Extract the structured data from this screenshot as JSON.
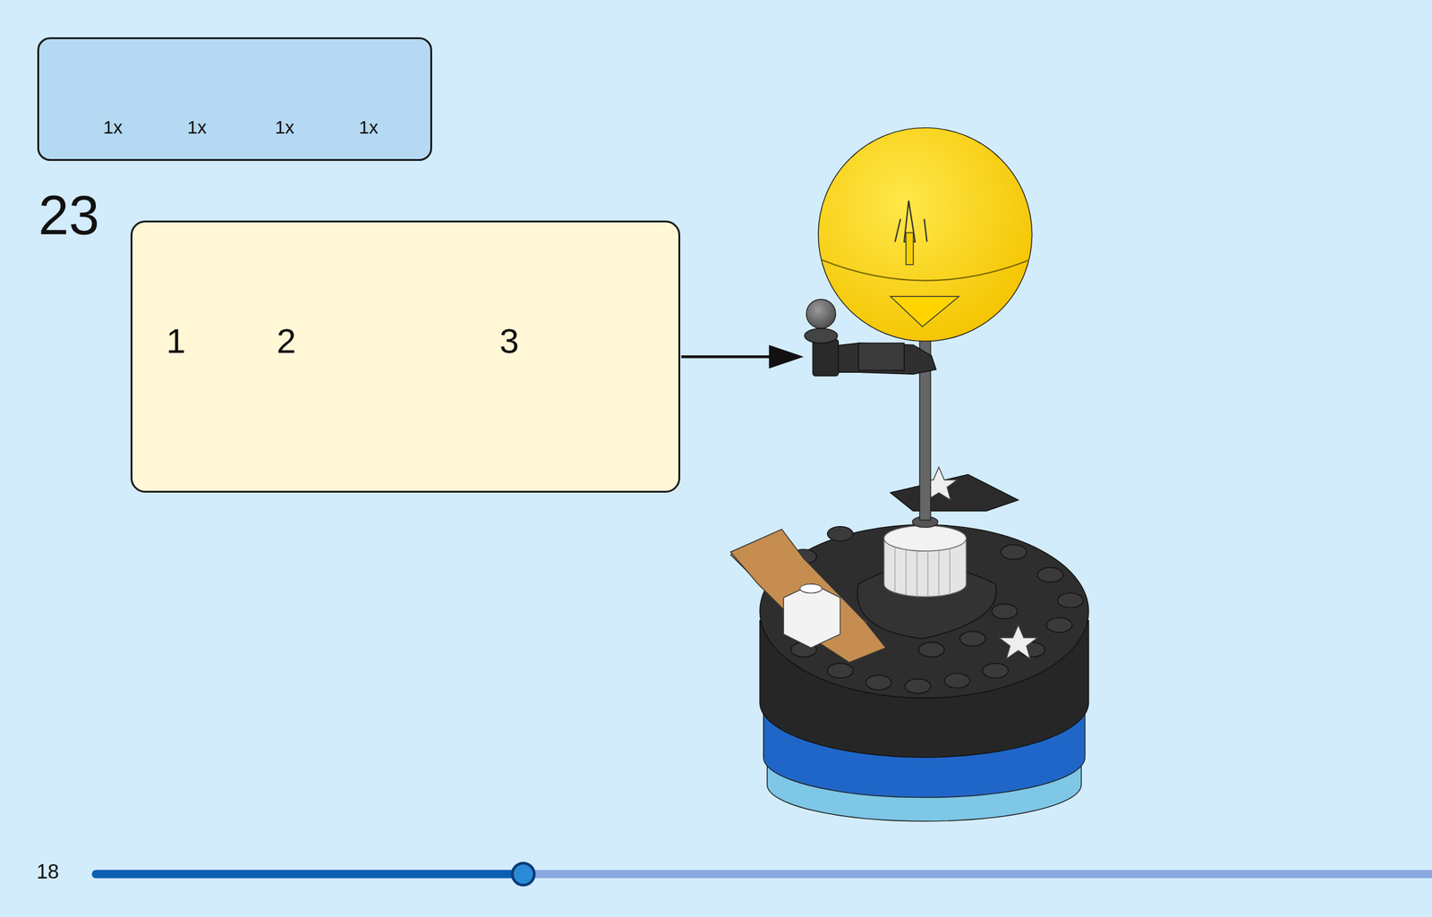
{
  "diagram": {
    "nodes": [
      {
        "text": [
          "1x",
          "1x",
          "1x",
          "1x"
        ]
      },
      {
        "text": [
          "1",
          "2",
          "3"
        ]
      }
    ],
    "labels": [
      "23",
      "18"
    ]
  }
}
